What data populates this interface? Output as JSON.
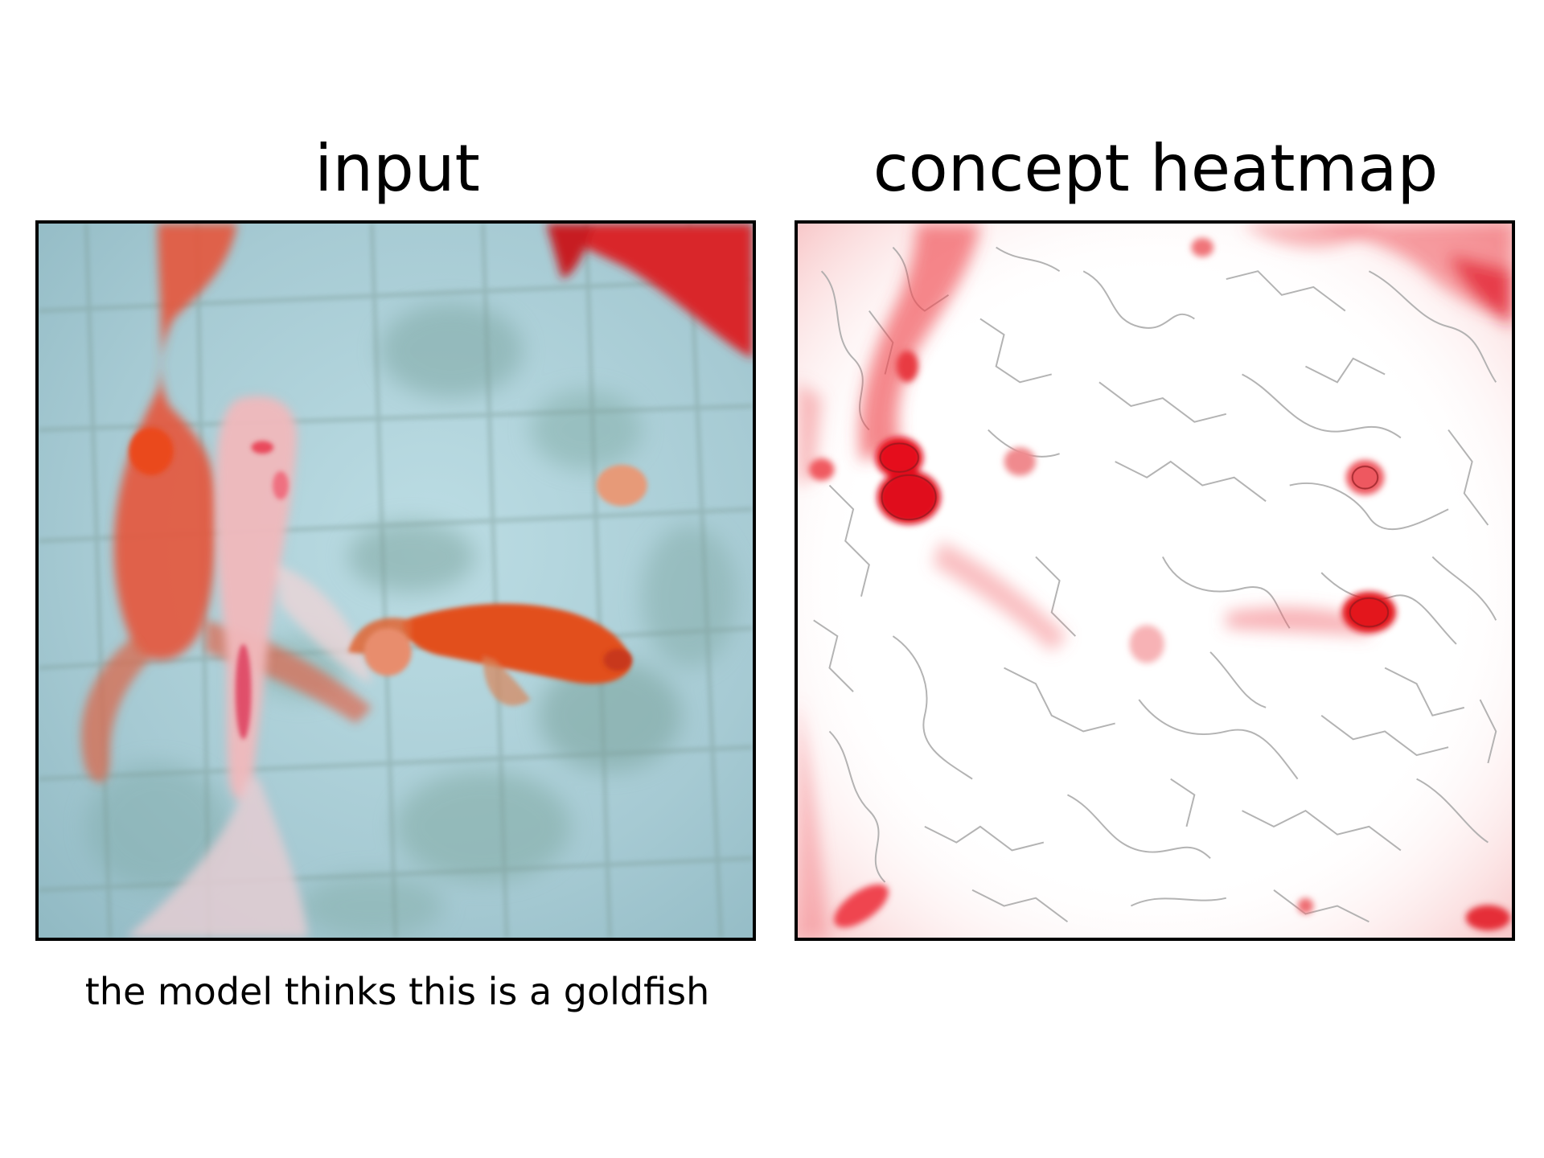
{
  "panels": {
    "input_title": "input",
    "heatmap_title": "concept heatmap"
  },
  "caption": "the model thinks this is a goldfish",
  "colors": {
    "heatmap_accent": "#e8141e",
    "contour_gray": "#9a9a9a",
    "water_tint": "#a9cdd6",
    "fish_orange": "#e2401c"
  }
}
